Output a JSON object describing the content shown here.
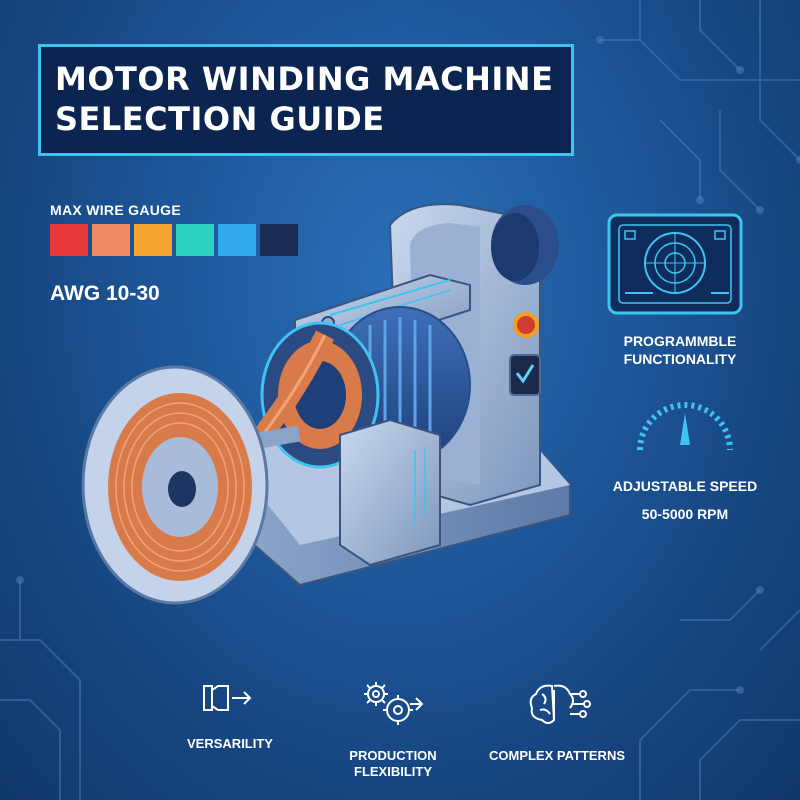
{
  "title": {
    "line1": "MOTOR WINDING MACHINE",
    "line2": "SELECTION GUIDE"
  },
  "wire_gauge": {
    "label": "MAX WIRE GAUGE",
    "value": "AWG 10-30",
    "swatch_colors": [
      "#e8373a",
      "#ef8a62",
      "#f3a431",
      "#2ccfc0",
      "#2fa9ea",
      "#1a2a52"
    ]
  },
  "programmable": {
    "icon": "control-screen-icon",
    "line1": "PROGRAMMBLE",
    "line2": "FUNCTIONALITY"
  },
  "speed": {
    "icon": "speed-dial-icon",
    "label": "ADJUSTABLE SPEED",
    "value": "50-5000 RPM"
  },
  "features": [
    {
      "icon": "versatility-icon",
      "line1": "VERSARILITY",
      "line2": ""
    },
    {
      "icon": "gears-icon",
      "line1": "PRODUCTION",
      "line2": "FLEXIBILITY"
    },
    {
      "icon": "brain-circuit-icon",
      "line1": "COMPLEX PATTERNS",
      "line2": ""
    }
  ],
  "colors": {
    "accent": "#3fc3f0",
    "background": "#1f5a9e",
    "copper": "#d97a4a"
  }
}
